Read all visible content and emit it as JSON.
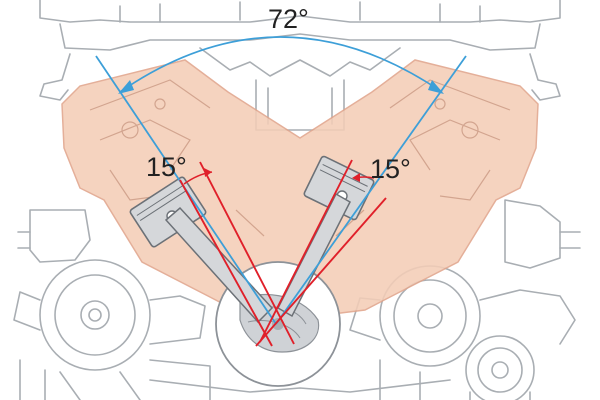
{
  "diagram": {
    "bank_angle_label": "72°",
    "left_offset_label": "15°",
    "right_offset_label": "15°"
  },
  "colors": {
    "line_art": "#a9aeb3",
    "block_fill": "#f4cdb7",
    "block_stroke": "#e1a58c",
    "bank_axis": "#3d9fd8",
    "cylinder_axis": "#e0202a",
    "label_text": "#222222"
  }
}
